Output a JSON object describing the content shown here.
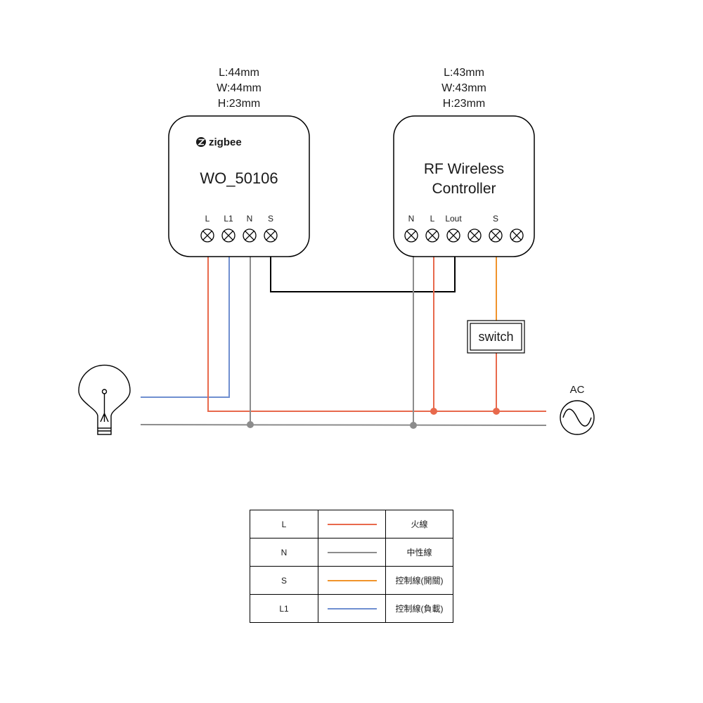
{
  "device_a": {
    "dimensions": [
      "L:44mm",
      "W:44mm",
      "H:23mm"
    ],
    "brand": "zigbee",
    "model": "WO_50106",
    "terminals": [
      "L",
      "L1",
      "N",
      "S"
    ]
  },
  "device_b": {
    "dimensions": [
      "L:43mm",
      "W:43mm",
      "H:23mm"
    ],
    "title_lines": [
      "RF Wireless",
      "Controller"
    ],
    "terminals": [
      "N",
      "L",
      "Lout",
      "",
      "S",
      ""
    ]
  },
  "switch_label": "switch",
  "ac_label": "AC",
  "colors": {
    "live": "#e8694c",
    "neutral": "#8c8c8c",
    "control_switch": "#f0932b",
    "control_load": "#6f8fd0",
    "link": "#000000"
  },
  "legend": [
    {
      "code": "L",
      "color": "#e8694c",
      "desc": "火線"
    },
    {
      "code": "N",
      "color": "#8c8c8c",
      "desc": "中性線"
    },
    {
      "code": "S",
      "color": "#f0932b",
      "desc": "控制線(開關)"
    },
    {
      "code": "L1",
      "color": "#6f8fd0",
      "desc": "控制線(負載)"
    }
  ]
}
